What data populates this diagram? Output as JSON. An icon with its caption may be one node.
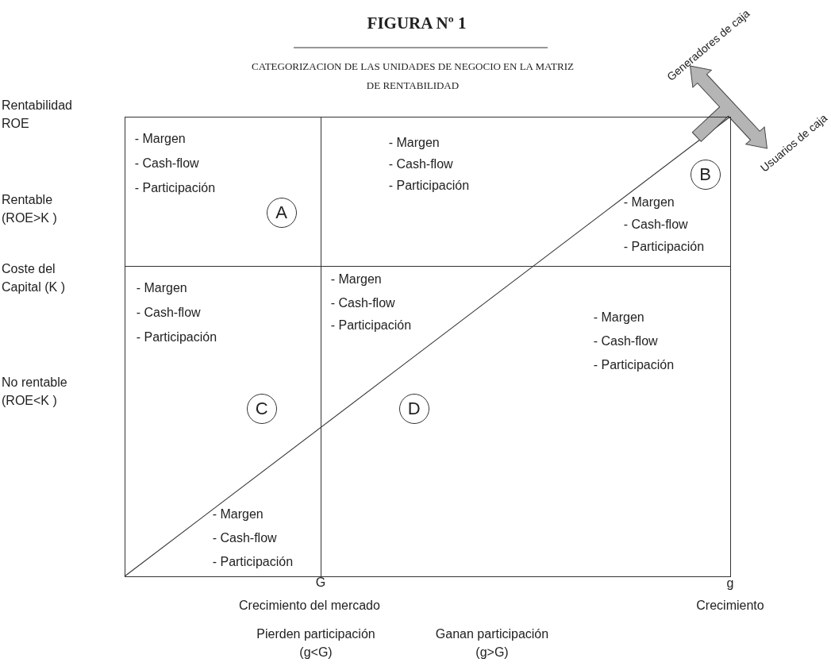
{
  "diagram": {
    "title": "FIGURA Nº 1",
    "nodes": [
      {
        "text": [
          "- Margen",
          "- Cash-flow",
          "- Participación"
        ]
      },
      {
        "text": [
          "- Margen",
          "- Cash-flow",
          "- Participación",
          "- Margen",
          "- Cash-flow",
          "- Participación"
        ]
      },
      {
        "text": [
          "- Margen",
          "- Cash-flow",
          "- Participación",
          "- Margen",
          "- Cash-flow",
          "- Participación"
        ]
      },
      {
        "text": [
          "- Margen",
          "- Cash-flow",
          "- Participación",
          "- Margen",
          "- Cash-flow",
          "- Participación"
        ]
      },
      {
        "text": [
          "A"
        ],
        "in": 0
      },
      {
        "text": [
          "B"
        ],
        "in": 1
      },
      {
        "text": [
          "C"
        ],
        "in": 2
      },
      {
        "text": [
          "D"
        ],
        "in": 3
      }
    ],
    "edges": [],
    "labels": [
      "CATEGORIZACION DE LAS UNIDADES DE NEGOCIO EN LA MATRIZ DE RENTABILIDAD",
      "Rentabilidad ROE",
      "Rentable (ROE>K )",
      "Coste del Capital (K )",
      "No rentable (ROE<K )",
      "Generadores de caja",
      "Usuarios de caja",
      "G",
      "g",
      "Crecimiento del mercado",
      "Crecimiento",
      "Pierden participación (g<G)",
      "Ganan participación (g>G)"
    ]
  }
}
